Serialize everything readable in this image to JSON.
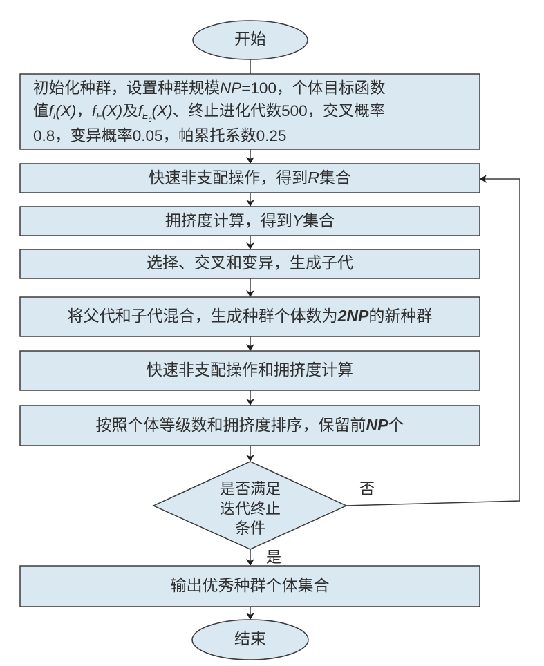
{
  "diagram": {
    "type": "flowchart",
    "colors": {
      "fill": "#dae8f2",
      "stroke": "#3a3a3a",
      "text": "#2e2e2e"
    },
    "start": {
      "label": "开始"
    },
    "end": {
      "label": "结束"
    },
    "steps": [
      {
        "id": "init",
        "line1": {
          "prefix": "初始化种群，设置种群规模",
          "var": "NP",
          "suffix": "=100，个体目标函数"
        },
        "line2": {
          "prefix": "值",
          "f1": "f",
          "f1_sub": "I",
          "x1": "(X)",
          "sep1": "，",
          "f2": "f",
          "f2_sub": "F",
          "x2": "(X)",
          "sep2": "及",
          "f3": "f",
          "f3_sub": "E",
          "f3_subsub": "c",
          "x3": "(X)",
          "suffix": "、终止进化代数500，交叉概率"
        },
        "line3": "0.8，变异概率0.05，帕累托系数0.25"
      },
      {
        "id": "nondominated",
        "prefix": "快速非支配操作，得到",
        "var": "R",
        "suffix": "集合"
      },
      {
        "id": "crowding",
        "prefix": "拥挤度计算，得到",
        "var": "Y",
        "suffix": "集合"
      },
      {
        "id": "genetic",
        "label": "选择、交叉和变异，生成子代"
      },
      {
        "id": "merge",
        "prefix": "将父代和子代混合，生成种群个体数为",
        "var": "2NP",
        "suffix": "的新种群"
      },
      {
        "id": "nondom-crowd",
        "label": "快速非支配操作和拥挤度计算"
      },
      {
        "id": "sort",
        "prefix": "按照个体等级数和拥挤度排序，保留前",
        "var": "NP",
        "suffix": "个"
      },
      {
        "id": "output",
        "label": "输出优秀种群个体集合"
      }
    ],
    "decision": {
      "lines": [
        "是否满足",
        "迭代终止",
        "条件"
      ],
      "yes_label": "是",
      "no_label": "否"
    }
  }
}
